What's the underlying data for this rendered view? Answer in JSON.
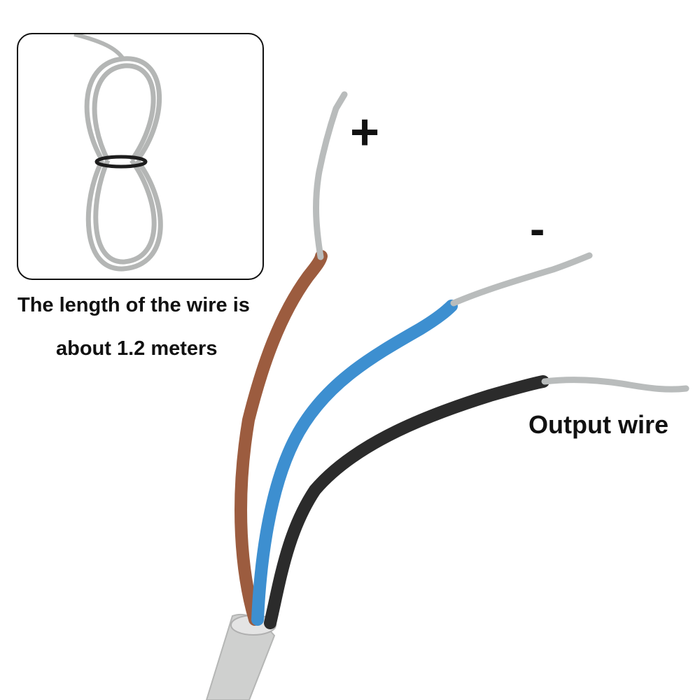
{
  "labels": {
    "plus": "+",
    "minus": "-",
    "output": "Output wire",
    "caption_line1": "The length of the wire is",
    "caption_line2": "about 1.2 meters"
  },
  "colors": {
    "sheath": "#cfd0cf",
    "brown": "#9c5c3f",
    "blue": "#3d8fd0",
    "black": "#2b2b2b",
    "copper": "#b9bcbc",
    "coil": "#b4b6b5",
    "band": "#1d1d1d"
  }
}
